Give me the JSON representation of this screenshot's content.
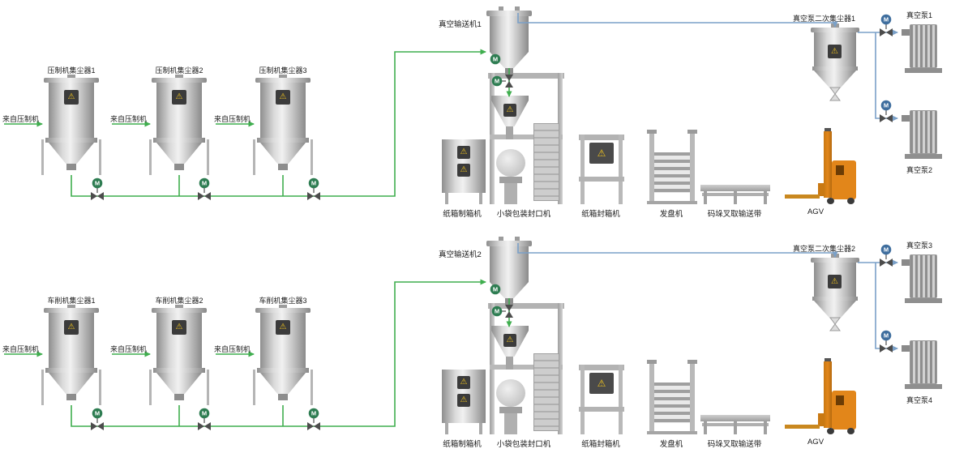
{
  "colors": {
    "pipe_material": "#3fae4e",
    "pipe_vacuum": "#7aa0c8",
    "equipment_gray": "#b9b9b9",
    "warning_bg": "#3b3b3b",
    "warning_glyph_color": "#f0c41f",
    "agv_orange": "#e2861a",
    "valve_motor_material": "#2e7d52",
    "valve_motor_vacuum": "#3f6e9e"
  },
  "valve_motor_label": "M",
  "warning_glyph": "⚠",
  "sections": [
    {
      "conveyor_label": "真空输送机1",
      "collectors": [
        {
          "label": "压制机集尘器1",
          "inlet_label": "来自压制机"
        },
        {
          "label": "压制机集尘器2",
          "inlet_label": "来自压制机"
        },
        {
          "label": "压制机集尘器3",
          "inlet_label": "来自压制机"
        }
      ],
      "equipment_labels": [
        "纸箱制箱机",
        "小袋包装封口机",
        "纸箱封箱机",
        "发盘机",
        "码垛叉取输送带",
        "AGV"
      ],
      "secondary_collector_label": "真空泵二次集尘器1",
      "pump_labels": [
        "真空泵1",
        "真空泵2"
      ]
    },
    {
      "conveyor_label": "真空输送机2",
      "collectors": [
        {
          "label": "车削机集尘器1",
          "inlet_label": "来自压制机"
        },
        {
          "label": "车削机集尘器2",
          "inlet_label": "来自压制机"
        },
        {
          "label": "车削机集尘器3",
          "inlet_label": "来自压制机"
        }
      ],
      "equipment_labels": [
        "纸箱制箱机",
        "小袋包装封口机",
        "纸箱封箱机",
        "发盘机",
        "码垛叉取输送带",
        "AGV"
      ],
      "secondary_collector_label": "真空泵二次集尘器2",
      "pump_labels": [
        "真空泵3",
        "真空泵4"
      ]
    }
  ]
}
